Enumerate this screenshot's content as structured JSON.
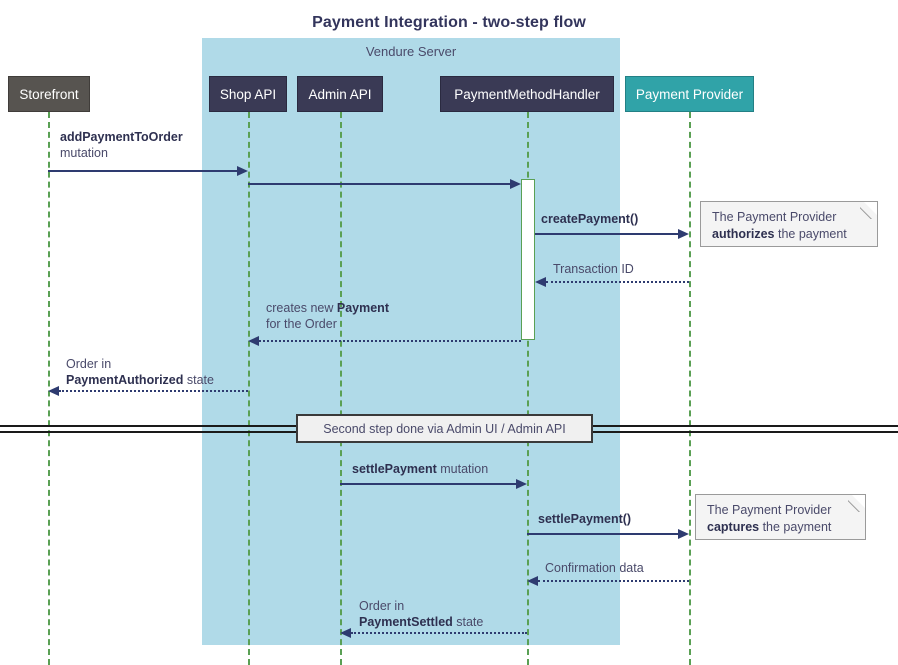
{
  "title": "Payment Integration - two-step flow",
  "group": {
    "label": "Vendure Server"
  },
  "participants": [
    {
      "name": "storefront",
      "label": "Storefront"
    },
    {
      "name": "shop-api",
      "label": "Shop API"
    },
    {
      "name": "admin-api",
      "label": "Admin API"
    },
    {
      "name": "payment-method-handler",
      "label": "PaymentMethodHandler"
    },
    {
      "name": "payment-provider",
      "label": "Payment Provider"
    }
  ],
  "messages": [
    {
      "name": "add-payment-to-order",
      "bold": "addPaymentToOrder",
      "rest": "mutation",
      "style": "two-line"
    },
    {
      "name": "create-payment",
      "bold": "createPayment()",
      "rest": ""
    },
    {
      "name": "transaction-id",
      "bold": "",
      "rest": "Transaction ID"
    },
    {
      "name": "creates-new-payment",
      "pre": "creates new ",
      "bold": "Payment",
      "rest": "",
      "line2": "for the Order"
    },
    {
      "name": "order-payment-authorized",
      "pre": "",
      "line1": "Order in",
      "bold": "PaymentAuthorized",
      "rest": " state"
    },
    {
      "name": "settle-payment-mutation",
      "bold": "settlePayment",
      "rest": " mutation"
    },
    {
      "name": "settle-payment-call",
      "bold": "settlePayment()",
      "rest": ""
    },
    {
      "name": "confirmation-data",
      "bold": "",
      "rest": "Confirmation data"
    },
    {
      "name": "order-payment-settled",
      "line1": "Order in",
      "bold": "PaymentSettled",
      "rest": " state"
    }
  ],
  "notes": [
    {
      "name": "note-authorizes",
      "line1": "The Payment Provider",
      "bold": "authorizes",
      "line2_rest": " the payment"
    },
    {
      "name": "note-captures",
      "line1": "The Payment Provider",
      "bold": "captures",
      "line2_rest": " the payment"
    }
  ],
  "divider": {
    "label": "Second step done via Admin UI / Admin API"
  },
  "colors": {
    "group_fill": "#b0dae8",
    "participant_dark": "#3a3a55",
    "participant_gray": "#575450",
    "participant_teal": "#30a3a8",
    "lifeline": "#5aa054",
    "arrow": "#2e3b70",
    "text": "#4a4a6a",
    "title": "#33355c",
    "note_fill": "#f4f4f4"
  }
}
